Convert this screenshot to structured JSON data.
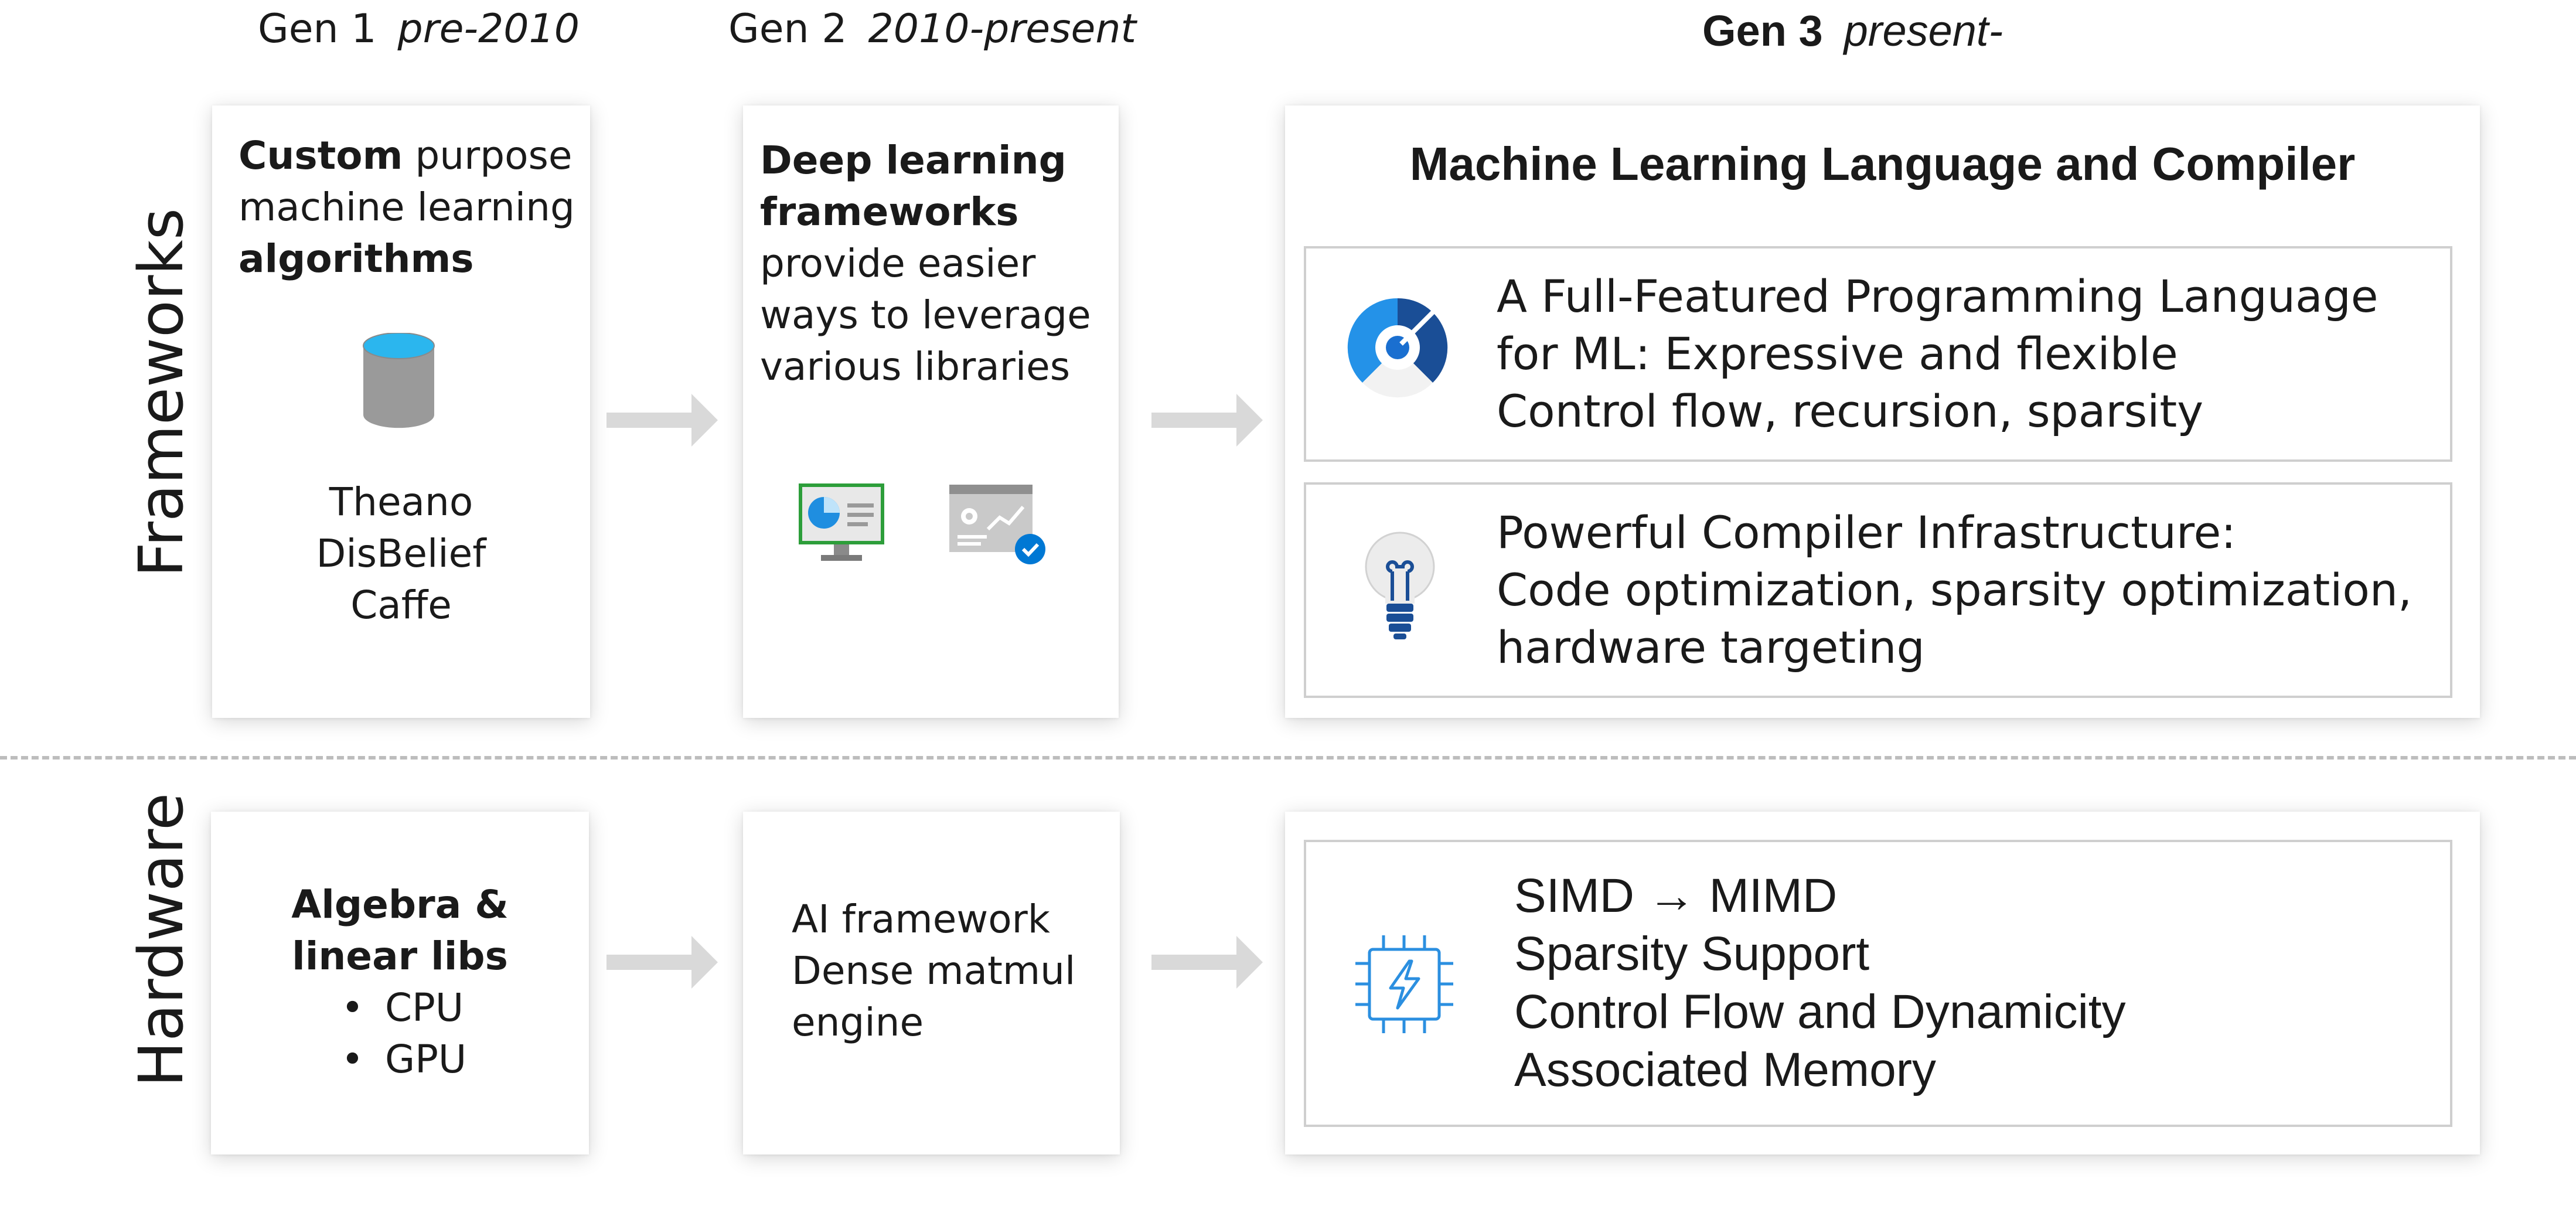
{
  "headers": {
    "gen1": {
      "label": "Gen 1",
      "years": "pre-2010"
    },
    "gen2": {
      "label": "Gen 2",
      "years": "2010-present"
    },
    "gen3": {
      "label": "Gen 3",
      "years": "present-"
    }
  },
  "rows": {
    "frameworks": "Frameworks",
    "hardware": "Hardware"
  },
  "frameworks": {
    "gen1": {
      "title_bold_1": "Custom",
      "title_rest_1": " purpose",
      "title_line_2": "machine learning",
      "title_bold_3": "algorithms",
      "items": [
        "Theano",
        "DisBelief",
        "Caffe"
      ]
    },
    "gen2": {
      "title_line_1": "Deep learning",
      "title_line_2": "frameworks",
      "desc": [
        "provide easier",
        "ways to leverage",
        "various libraries"
      ]
    },
    "gen3": {
      "title": "Machine Learning Language and Compiler",
      "language_box": [
        "A Full-Featured Programming Language",
        "for ML: Expressive and flexible",
        "Control flow, recursion, sparsity"
      ],
      "compiler_box": [
        "Powerful Compiler Infrastructure:",
        "Code optimization, sparsity optimization,",
        "hardware targeting"
      ]
    }
  },
  "hardware": {
    "gen1": {
      "title_line_1": "Algebra &",
      "title_line_2": "linear libs",
      "items": [
        "CPU",
        "GPU"
      ]
    },
    "gen2": {
      "lines": [
        "AI framework",
        "Dense matmul",
        "engine"
      ]
    },
    "gen3": {
      "lines": [
        "SIMD → MIMD",
        "Sparsity Support",
        "Control Flow and Dynamicity",
        "Associated Memory"
      ]
    }
  },
  "colors": {
    "accent_blue": "#0078d4",
    "dark_blue": "#1f5fa6",
    "light_cyan": "#2bb6ee",
    "arrow_gray": "#d9d9d9",
    "border_gray": "#cfcfcf",
    "divider_gray": "#bdbdbd"
  },
  "icons": {
    "database": "database-icon",
    "monitor": "monitor-chart-icon",
    "dashboard": "dashboard-check-icon",
    "gauge": "gauge-icon",
    "bulb": "lightbulb-icon",
    "chip": "chip-icon"
  }
}
